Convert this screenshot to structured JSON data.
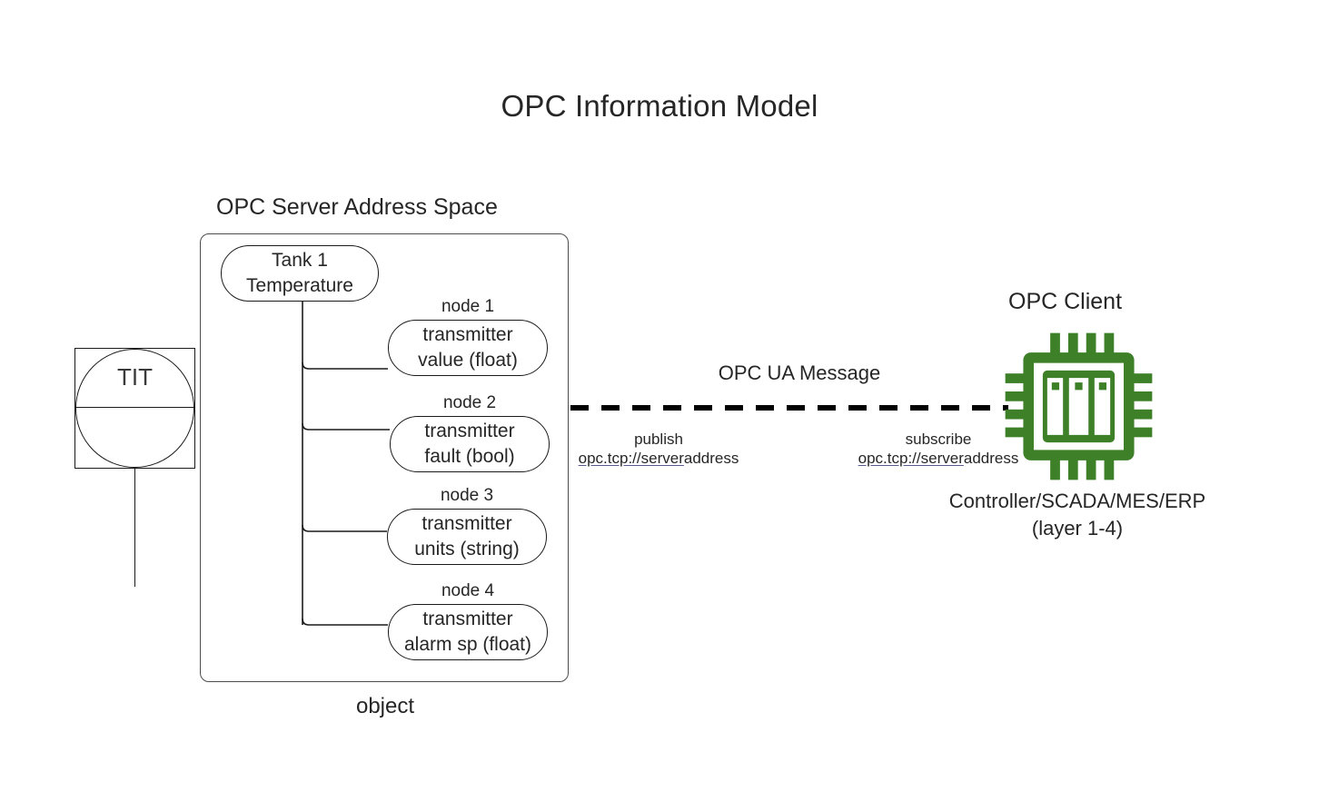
{
  "page": {
    "title": "OPC Information Model",
    "background": "#ffffff"
  },
  "colors": {
    "ink": "#262626",
    "stroke": "#1a1a1a",
    "box_stroke": "#4d4d4d",
    "chip_green": "#3d8028",
    "link_underline": "#5a5a8c"
  },
  "field_device": {
    "tag": "TIT",
    "symbol": "instrument-bubble"
  },
  "server": {
    "heading": "OPC Server Address Space",
    "footer_label": "object",
    "root_node": {
      "line1": "Tank 1",
      "line2": "Temperature",
      "text": "Tank 1\nTemperature"
    },
    "nodes": [
      {
        "caption": "node 1",
        "line1": "transmitter",
        "line2": "value (float)",
        "text": "transmitter\nvalue (float)"
      },
      {
        "caption": "node 2",
        "line1": "transmitter",
        "line2": "fault (bool)",
        "text": "transmitter\nfault (bool)"
      },
      {
        "caption": "node 3",
        "line1": "transmitter",
        "line2": "units (string)",
        "text": "transmitter\nunits (string)"
      },
      {
        "caption": "node 4",
        "line1": "transmitter",
        "line2": "alarm sp (float)",
        "text": "transmitter\nalarm sp (float)"
      }
    ]
  },
  "transport": {
    "message_label": "OPC UA Message",
    "line_style": "dashed",
    "publish": {
      "action": "publish",
      "url_link_part": "opc.tcp://server",
      "url_plain_part": "address",
      "url_full": "opc.tcp://serveraddress"
    },
    "subscribe": {
      "action": "subscribe",
      "url_link_part": "opc.tcp://server",
      "url_plain_part": "address",
      "url_full": "opc.tcp://serveraddress"
    }
  },
  "client": {
    "heading": "OPC Client",
    "icon": "cpu-chip-icon",
    "sub_line1": "Controller/SCADA/MES/ERP",
    "sub_line2": "(layer 1-4)"
  }
}
